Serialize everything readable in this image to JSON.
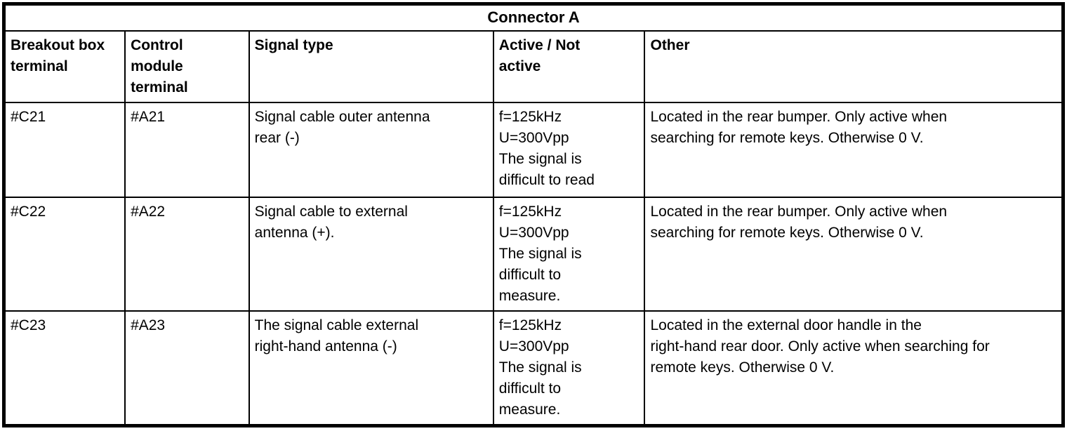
{
  "colors": {
    "border": "#000000",
    "background": "#ffffff",
    "text": "#000000"
  },
  "table": {
    "title": "Connector A",
    "columns": [
      "Breakout box\nterminal",
      "Control\nmodule\nterminal",
      "Signal type",
      "Active / Not\nactive",
      "Other"
    ],
    "rows": [
      {
        "breakout_box_terminal": "#C21",
        "control_module_terminal": "#A21",
        "signal_type": "Signal cable outer antenna\nrear (-)",
        "active_not_active": "f=125kHz\nU=300Vpp\nThe signal is\ndifficult to read",
        "other": "Located in the rear bumper. Only active when\nsearching for remote keys. Otherwise 0 V."
      },
      {
        "breakout_box_terminal": "#C22",
        "control_module_terminal": "#A22",
        "signal_type": "Signal cable to external\nantenna (+).",
        "active_not_active": "f=125kHz\nU=300Vpp\nThe signal is\ndifficult to\nmeasure.",
        "other": "Located in the rear bumper. Only active when\nsearching for remote keys. Otherwise 0 V."
      },
      {
        "breakout_box_terminal": "#C23",
        "control_module_terminal": "#A23",
        "signal_type": "The signal cable external\nright-hand antenna (-)",
        "active_not_active": "f=125kHz\nU=300Vpp\nThe signal is\ndifficult to\nmeasure.",
        "other": "Located in the external door handle in the\nright-hand rear door. Only active when searching for\nremote keys. Otherwise 0 V."
      }
    ]
  }
}
